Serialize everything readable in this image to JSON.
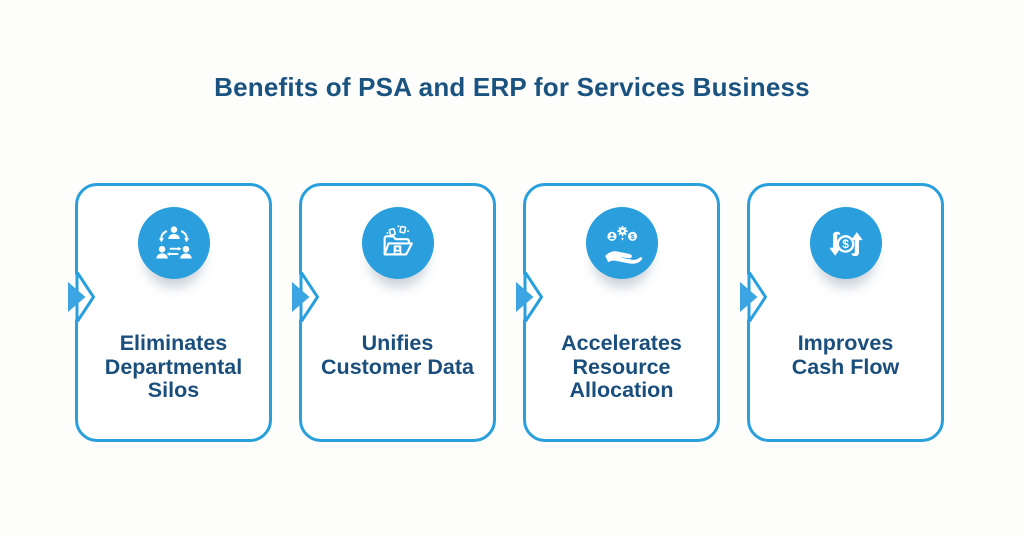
{
  "header": {
    "title": "Benefits of PSA and ERP for Services Business"
  },
  "theme": {
    "accent_blue": "#29a0dc",
    "circle_blue": "#2b9fdd",
    "arrow_triangle_blue": "#3ba6e3",
    "title_navy": "#1b5380",
    "card_text_navy": "#1a4f7d",
    "background": "#fdfdfc",
    "card_background": "#ffffff"
  },
  "cards": [
    {
      "icon": "org-people-sync-icon",
      "title": "Eliminates\nDepartmental\nSilos"
    },
    {
      "icon": "folder-customer-data-icon",
      "title": "Unifies\nCustomer Data"
    },
    {
      "icon": "hand-resources-icon",
      "title": "Accelerates\nResource\nAllocation"
    },
    {
      "icon": "cash-flow-arrows-icon",
      "title": "Improves\nCash Flow"
    }
  ]
}
